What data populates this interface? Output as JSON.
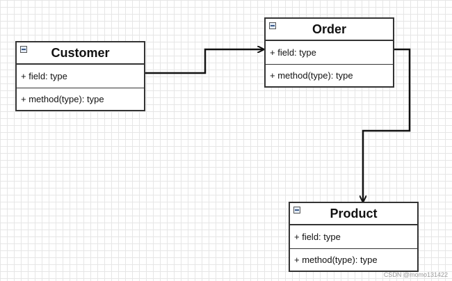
{
  "classes": {
    "customer": {
      "name": "Customer",
      "field": "+ field: type",
      "method": "+ method(type): type"
    },
    "order": {
      "name": "Order",
      "field": "+ field: type",
      "method": "+ method(type): type"
    },
    "product": {
      "name": "Product",
      "field": "+ field: type",
      "method": "+ method(type): type"
    }
  },
  "watermark": "CSDN @momo131422"
}
